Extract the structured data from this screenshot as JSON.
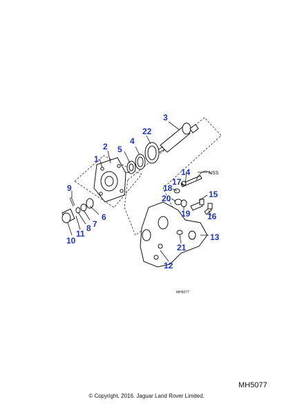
{
  "diagram": {
    "callouts": [
      "1",
      "2",
      "3",
      "4",
      "5",
      "6",
      "7",
      "8",
      "9",
      "10",
      "11",
      "12",
      "13",
      "14",
      "15",
      "16",
      "17",
      "18",
      "19",
      "20",
      "21",
      "22"
    ],
    "nss_label": "NSS",
    "inner_code": "MH5077"
  },
  "footer": {
    "ref_code": "MH5077",
    "copyright": "© Copyright, 2016. Jaguar Land Rover Limited."
  },
  "colors": {
    "callout": "#1a33c8",
    "line": "#111111"
  }
}
